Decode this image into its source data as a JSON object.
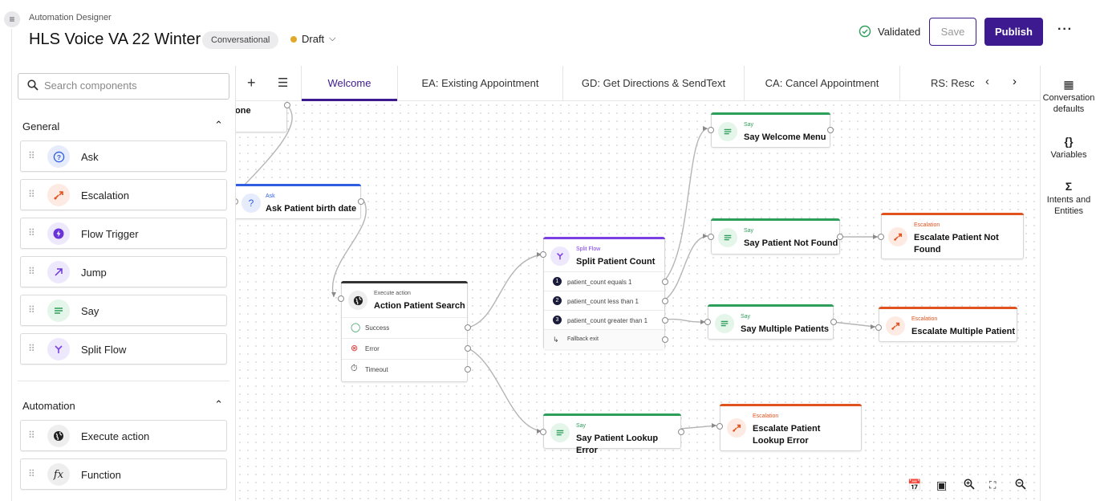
{
  "header": {
    "subtitle": "Automation Designer",
    "title": "HLS Voice VA 22 Winter",
    "type_badge": "Conversational",
    "status": "Draft",
    "validated": "Validated",
    "save_label": "Save",
    "publish_label": "Publish",
    "more_label": "···"
  },
  "palette": {
    "search_placeholder": "Search components",
    "sections": [
      {
        "title": "General",
        "items": [
          {
            "label": "Ask",
            "icon": "question-icon"
          },
          {
            "label": "Escalation",
            "icon": "escalation-icon"
          },
          {
            "label": "Flow Trigger",
            "icon": "bolt-icon"
          },
          {
            "label": "Jump",
            "icon": "arrow-up-right-icon"
          },
          {
            "label": "Say",
            "icon": "say-lines-icon"
          },
          {
            "label": "Split Flow",
            "icon": "split-icon"
          }
        ]
      },
      {
        "title": "Automation",
        "items": [
          {
            "label": "Execute action",
            "icon": "globe-icon"
          },
          {
            "label": "Function",
            "icon": "function-icon"
          }
        ]
      }
    ]
  },
  "tabs": [
    {
      "label": "Welcome",
      "active": true
    },
    {
      "label": "EA: Existing Appointment",
      "active": false
    },
    {
      "label": "GD: Get Directions & SendText",
      "active": false
    },
    {
      "label": "CA: Cancel Appointment",
      "active": false
    },
    {
      "label": "RS: Resch",
      "active": false
    }
  ],
  "right_rail": [
    {
      "label": "Conversation defaults",
      "icon": "table-icon"
    },
    {
      "label": "Variables",
      "icon": "braces-icon"
    },
    {
      "label": "Intents and Entities",
      "icon": "intent-icon"
    }
  ],
  "nodes": {
    "partial": {
      "name": "one"
    },
    "ask_birth": {
      "type": "Ask",
      "name": "Ask Patient birth date"
    },
    "action_search": {
      "type": "Execute action",
      "name": "Action Patient Search",
      "outputs": [
        "Success",
        "Error",
        "Timeout"
      ]
    },
    "split_count": {
      "type": "Split Flow",
      "name": "Split Patient Count",
      "branches": [
        "patient_count equals 1",
        "patient_count less than 1",
        "patient_count greater than 1"
      ],
      "fallback": "Fallback exit"
    },
    "say_welcome": {
      "type": "Say",
      "name": "Say Welcome Menu"
    },
    "say_not_found": {
      "type": "Say",
      "name": "Say Patient Not Found"
    },
    "esc_not_found": {
      "type": "Escalation",
      "name": "Escalate Patient Not Found"
    },
    "say_multiple": {
      "type": "Say",
      "name": "Say Multiple Patients"
    },
    "esc_multiple": {
      "type": "Escalation",
      "name": "Escalate Multiple Patient"
    },
    "say_lookup_error": {
      "type": "Say",
      "name": "Say Patient Lookup Error"
    },
    "esc_lookup_error": {
      "type": "Escalation",
      "name": "Escalate Patient Lookup Error"
    }
  },
  "colors": {
    "accent": "#3d1a8f",
    "ask": "#2f5fe0",
    "say": "#2e9e5b",
    "escalation": "#e0531f",
    "split": "#7b3fe4",
    "action": "#333333",
    "draft_dot": "#e0a92a"
  }
}
